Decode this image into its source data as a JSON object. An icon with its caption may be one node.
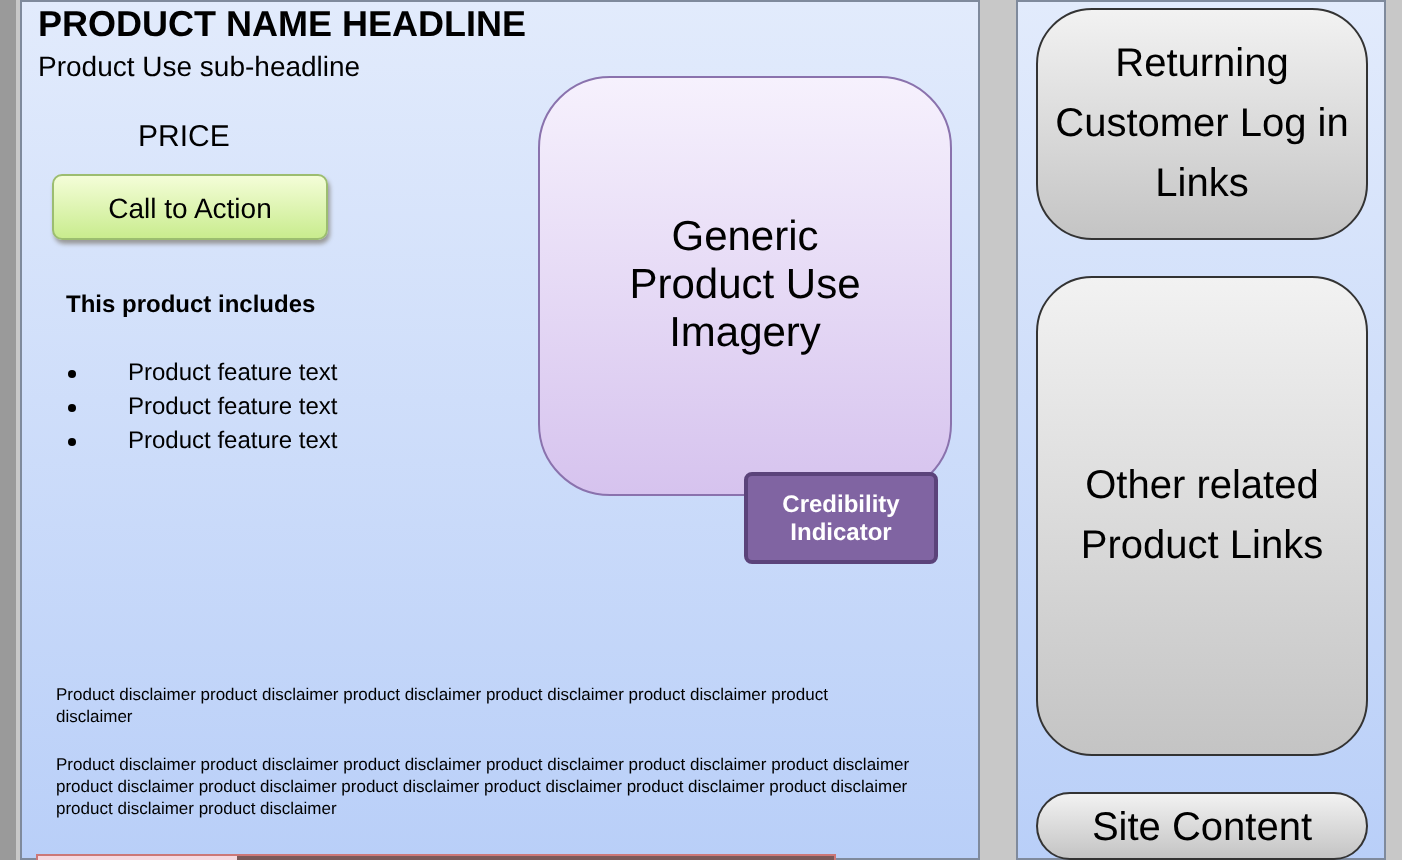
{
  "diagram": {
    "nodes": [
      {
        "text": [],
        "shape": "box"
      },
      {
        "text": [
          "Call to Action"
        ],
        "in": 0
      },
      {
        "text": [
          "Generic Product Use Imagery"
        ],
        "in": 0
      },
      {
        "text": [
          "Credibility Indicator"
        ],
        "in": 0
      },
      {
        "text": [],
        "shape": "box"
      },
      {
        "text": [
          "Returning Customer Log in Links"
        ],
        "in": 4
      },
      {
        "text": [
          "Other related Product Links"
        ],
        "in": 4
      },
      {
        "text": [
          "Site Content"
        ],
        "in": 4
      },
      {
        "text": [],
        "shape": "picture",
        "in": 0
      }
    ],
    "labels": [
      "PRODUCT NAME HEADLINE",
      "Product Use sub-headline",
      "PRICE",
      "This product includes",
      "Product feature text",
      "Product feature text",
      "Product feature text",
      "Product disclaimer product disclaimer product disclaimer product disclaimer product disclaimer product disclaimer",
      "Product disclaimer product disclaimer product disclaimer product disclaimer product disclaimer product disclaimer product disclaimer product disclaimer product disclaimer product disclaimer product disclaimer product disclaimer product disclaimer product disclaimer"
    ]
  }
}
